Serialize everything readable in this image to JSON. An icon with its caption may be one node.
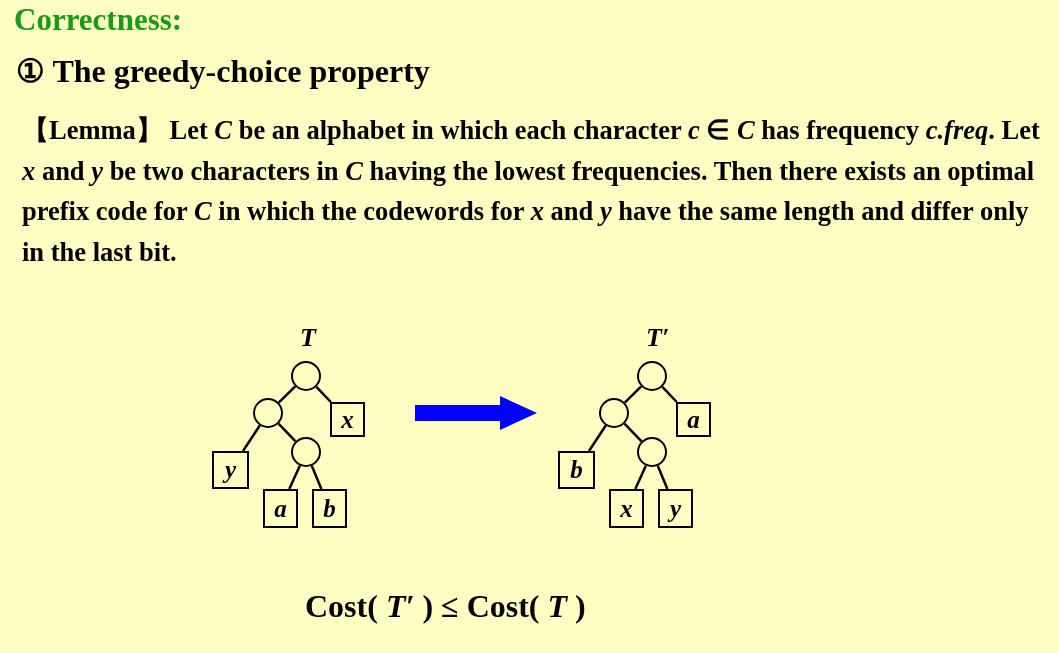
{
  "diagram": {
    "title": "Correctness:",
    "nodes": [
      {
        "text": [],
        "shape": "circle",
        "beside": [
          "T"
        ]
      },
      {
        "text": [],
        "shape": "circle"
      },
      {
        "text": [
          "x"
        ]
      },
      {
        "text": [
          "y"
        ]
      },
      {
        "text": [],
        "shape": "circle"
      },
      {
        "text": [
          "a"
        ]
      },
      {
        "text": [
          "b"
        ]
      },
      {
        "text": [],
        "shape": "circle",
        "beside": [
          "T′"
        ]
      },
      {
        "text": [],
        "shape": "circle"
      },
      {
        "text": [
          "a"
        ]
      },
      {
        "text": [
          "b"
        ]
      },
      {
        "text": [],
        "shape": "circle"
      },
      {
        "text": [
          "x"
        ]
      },
      {
        "text": [
          "y"
        ]
      }
    ],
    "edges": [
      {
        "from": 0,
        "to": 1,
        "arrow": "none"
      },
      {
        "from": 0,
        "to": 2,
        "arrow": "none"
      },
      {
        "from": 1,
        "to": 3,
        "arrow": "none"
      },
      {
        "from": 1,
        "to": 4,
        "arrow": "none"
      },
      {
        "from": 4,
        "to": 5,
        "arrow": "none"
      },
      {
        "from": 4,
        "to": 6,
        "arrow": "none"
      },
      {
        "from": 7,
        "to": 8,
        "arrow": "none"
      },
      {
        "from": 7,
        "to": 9,
        "arrow": "none"
      },
      {
        "from": 8,
        "to": 10,
        "arrow": "none"
      },
      {
        "from": 8,
        "to": 11,
        "arrow": "none"
      },
      {
        "from": 11,
        "to": 12,
        "arrow": "none"
      },
      {
        "from": 11,
        "to": 13,
        "arrow": "none"
      }
    ],
    "labels": [
      "① The greedy-choice property",
      "【Lemma】 Let *C* be an alphabet in which each character *c* ∈ *C* has frequency *c.freq*. Let *x* and *y* be two characters in *C* having the lowest frequencies. Then there exists an optimal prefix code for *C* in which the codewords for *x* and *y* have the same length and differ only in the last bit.",
      "Cost( *T′* ) ≤ Cost( *T* )"
    ]
  }
}
